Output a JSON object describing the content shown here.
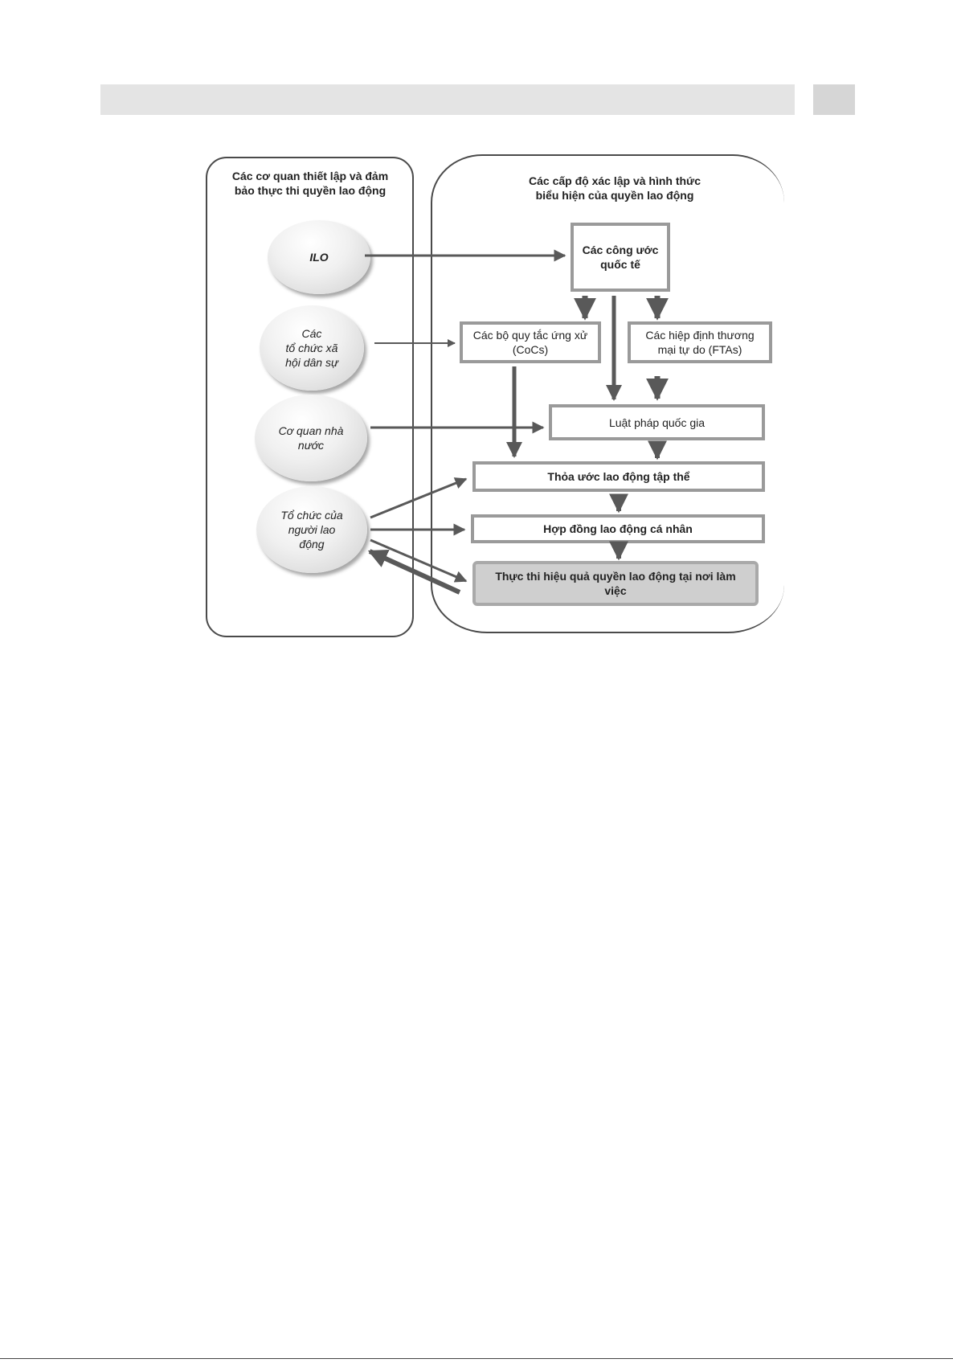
{
  "left_panel": {
    "title_line1": "Các cơ quan thiết lập và đảm",
    "title_line2": "bảo thực thi quyền lao động",
    "actors": [
      {
        "line1": "ILO"
      },
      {
        "line1": "Các",
        "line2": "tổ chức xã",
        "line3": "hội dân sự"
      },
      {
        "line1": "Cơ quan nhà",
        "line2": "nước"
      },
      {
        "line1": "Tổ chức của",
        "line2": "người lao",
        "line3": "động"
      }
    ]
  },
  "right_panel": {
    "title_line1": "Các cấp độ xác lập và hình thức",
    "title_line2": "biểu hiện của quyền lao động",
    "boxes": {
      "conventions_line1": "Các công ước",
      "conventions_line2": "quốc tế",
      "cocs_line1": "Các bộ quy tắc ứng xử",
      "cocs_line2": "(CoCs)",
      "ftas_line1": "Các hiệp định thương",
      "ftas_line2": "mại tự do (FTAs)",
      "national_law": "Luật pháp quốc gia",
      "collective_agreement": "Thỏa ước lao động tập thể",
      "individual_contract": "Hợp đồng lao động cá nhân",
      "effective_line1": "Thực thi hiệu quả quyền lao động tại nơi làm",
      "effective_line2": "việc"
    }
  },
  "colors": {
    "arrow": "#595959",
    "box_border": "#9a9a9a",
    "final_fill": "#cfcfcf"
  }
}
